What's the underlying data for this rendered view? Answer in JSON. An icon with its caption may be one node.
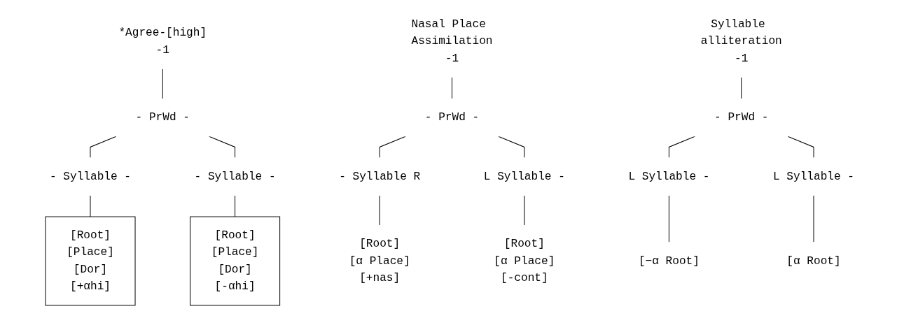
{
  "diagram": {
    "nodes": [
      {
        "text": [
          "*Agree-[high]",
          "-1"
        ]
      },
      {
        "text": [
          "- PrWd -"
        ]
      },
      {
        "text": [
          "- Syllable -"
        ]
      },
      {
        "text": [
          "- Syllable -"
        ]
      },
      {
        "text": [
          "[Root]",
          "[Place]",
          "[Dor]",
          "[+αhi]"
        ]
      },
      {
        "text": [
          "[Root]",
          "[Place]",
          "[Dor]",
          "[-αhi]"
        ]
      },
      {
        "text": [
          "Nasal Place Assimilation",
          "-1"
        ]
      },
      {
        "text": [
          "- PrWd -"
        ]
      },
      {
        "text": [
          "- Syllable R"
        ]
      },
      {
        "text": [
          "L Syllable -"
        ]
      },
      {
        "text": [
          "[Root]",
          "[α Place]",
          "[+nas]"
        ]
      },
      {
        "text": [
          "[Root]",
          "[α Place]",
          "[-cont]"
        ]
      },
      {
        "text": [
          "Syllable alliteration",
          "-1"
        ]
      },
      {
        "text": [
          "- PrWd -"
        ]
      },
      {
        "text": [
          "L Syllable -"
        ]
      },
      {
        "text": [
          "L Syllable -"
        ]
      },
      {
        "text": [
          "[−α Root]"
        ]
      },
      {
        "text": [
          "[α Root]"
        ]
      }
    ],
    "edges": [
      {
        "from": 0,
        "to": 1,
        "arrow": "none"
      },
      {
        "from": 1,
        "to": 2,
        "arrow": "none"
      },
      {
        "from": 1,
        "to": 3,
        "arrow": "none"
      },
      {
        "from": 2,
        "to": 4,
        "arrow": "none"
      },
      {
        "from": 3,
        "to": 5,
        "arrow": "none"
      },
      {
        "from": 6,
        "to": 7,
        "arrow": "none"
      },
      {
        "from": 7,
        "to": 8,
        "arrow": "none"
      },
      {
        "from": 7,
        "to": 9,
        "arrow": "none"
      },
      {
        "from": 8,
        "to": 10,
        "arrow": "none"
      },
      {
        "from": 9,
        "to": 11,
        "arrow": "none"
      },
      {
        "from": 12,
        "to": 13,
        "arrow": "none"
      },
      {
        "from": 13,
        "to": 14,
        "arrow": "none"
      },
      {
        "from": 13,
        "to": 15,
        "arrow": "none"
      },
      {
        "from": 14,
        "to": 16,
        "arrow": "none"
      },
      {
        "from": 15,
        "to": 17,
        "arrow": "none"
      }
    ]
  }
}
